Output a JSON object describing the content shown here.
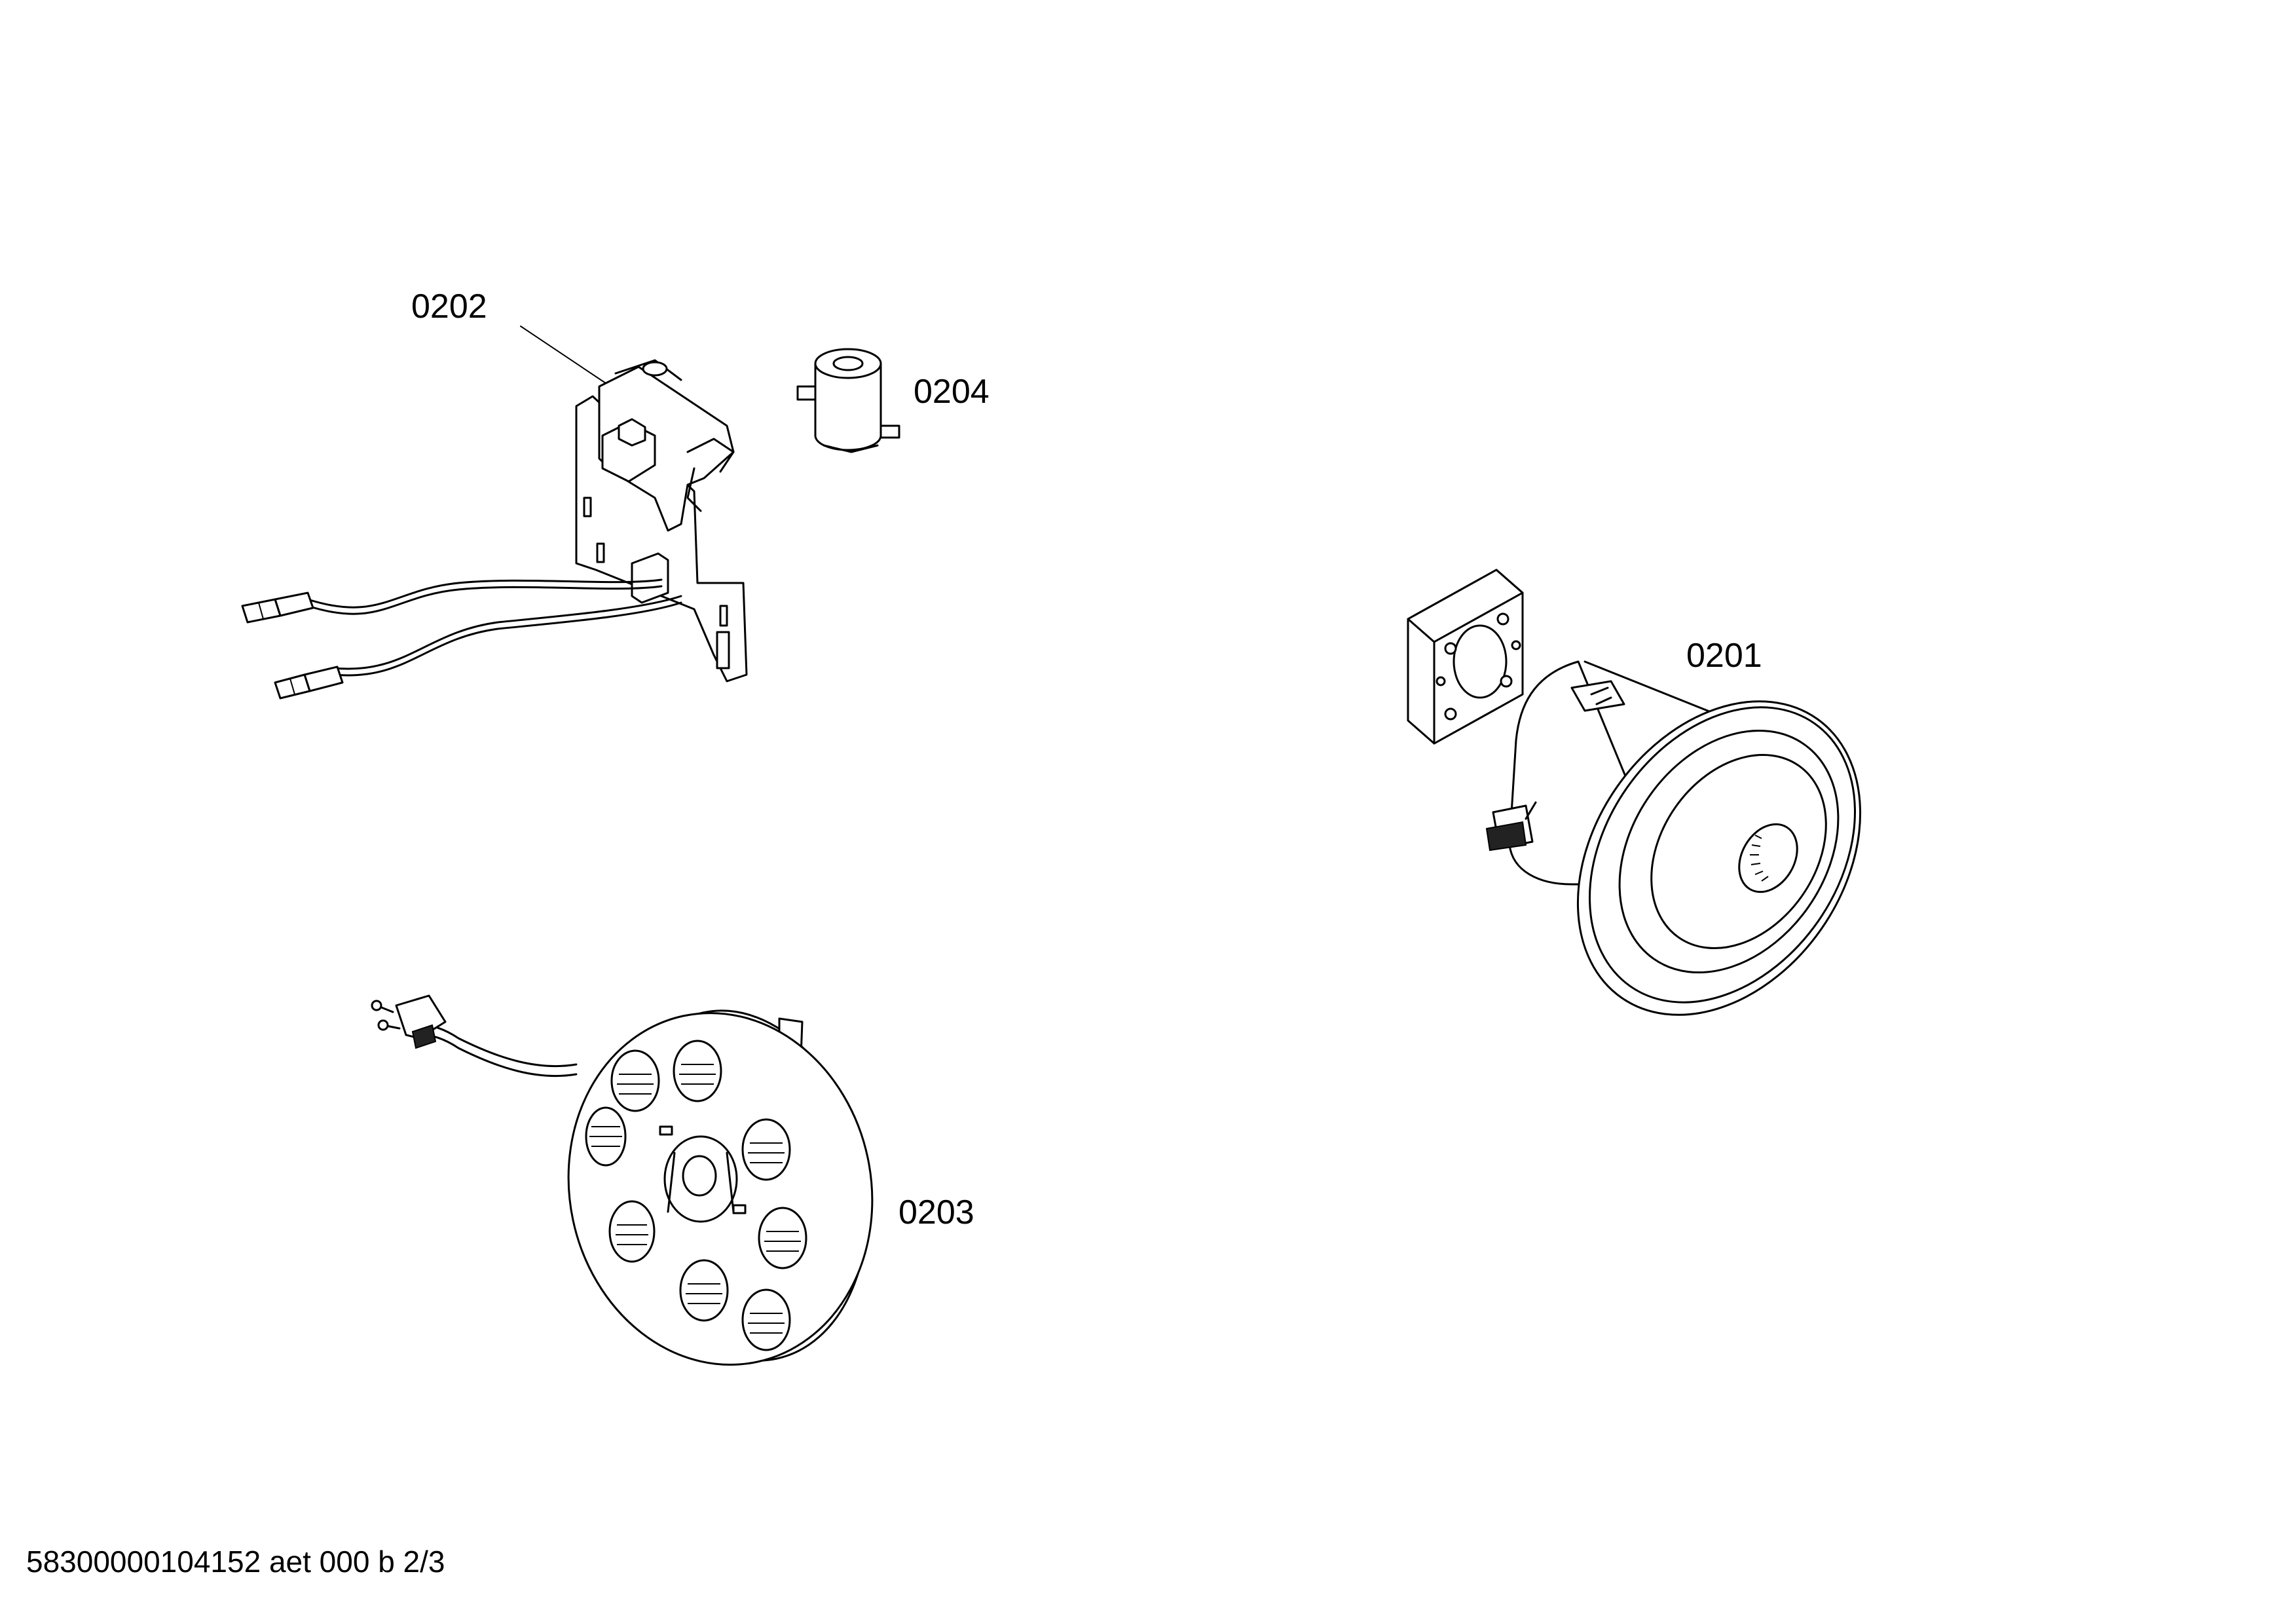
{
  "parts": [
    {
      "id": "p0201",
      "label": "0201"
    },
    {
      "id": "p0202",
      "label": "0202"
    },
    {
      "id": "p0203",
      "label": "0203"
    },
    {
      "id": "p0204",
      "label": "0204"
    }
  ],
  "footer": {
    "text": "58300000104152 aet 000 b 2/3"
  }
}
